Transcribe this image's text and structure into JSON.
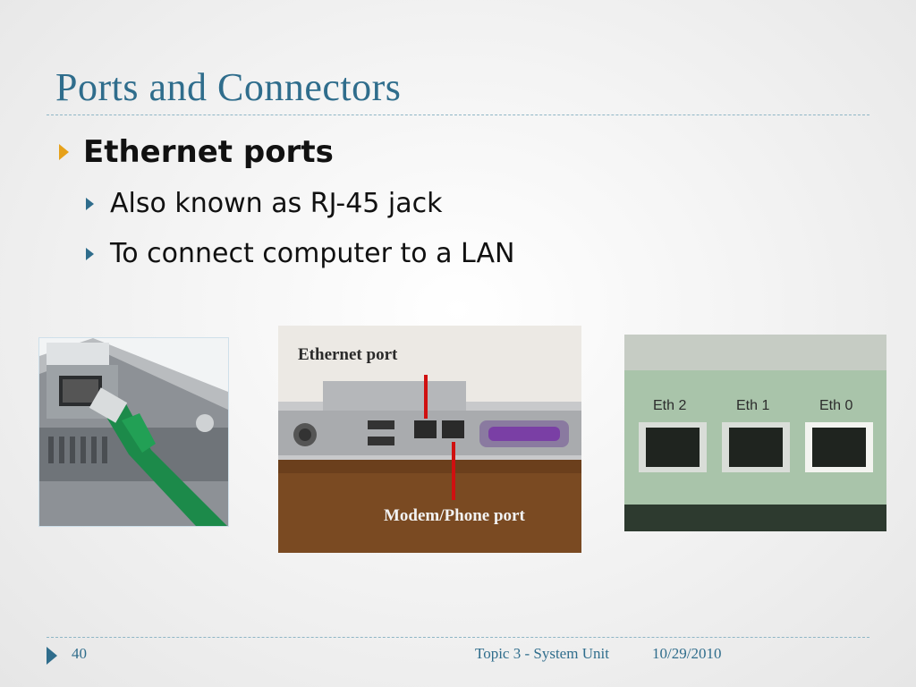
{
  "slide": {
    "title": "Ports and Connectors",
    "bullets": {
      "main": "Ethernet ports",
      "sub1": "Also known as RJ-45 jack",
      "sub2": "To connect computer to a LAN"
    }
  },
  "images": {
    "laptop_caption_top": "Ethernet port",
    "laptop_caption_bottom": "Modem/Phone port",
    "port_labels": [
      "Eth 2",
      "Eth 1",
      "Eth 0"
    ]
  },
  "footer": {
    "slide_number": "40",
    "topic": "Topic 3 - System Unit",
    "date": "10/29/2010"
  },
  "colors": {
    "title": "#2f6d8c",
    "bullet_main": "#e6a11a",
    "bullet_sub": "#2f6d8c",
    "cable": "#1c8a4a",
    "indicator_line": "#d01010"
  }
}
